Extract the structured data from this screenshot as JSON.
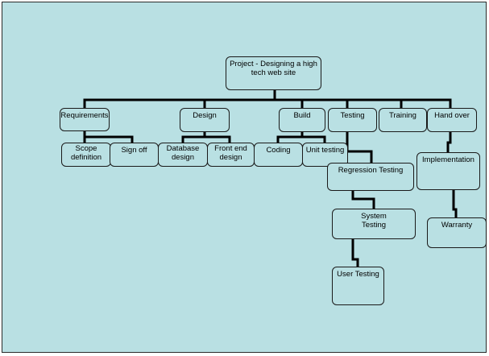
{
  "diagram": {
    "root": "Project - Designing a high tech web site",
    "categories": {
      "requirements": "Requirements",
      "design": "Design",
      "build": "Build",
      "testing": "Testing",
      "training": "Training",
      "handover": "Hand over"
    },
    "subtasks": {
      "scope_definition": "Scope\ndefinition",
      "sign_off": "Sign off",
      "database_design": "Database\ndesign",
      "front_end_design": "Front end\ndesign",
      "coding": "Coding",
      "unit_testing": "Unit testing",
      "regression_testing": "Regression Testing",
      "system_testing": "System\nTesting",
      "user_testing": "User Testing",
      "implementation": "Implementation",
      "warranty": "Warranty"
    }
  }
}
